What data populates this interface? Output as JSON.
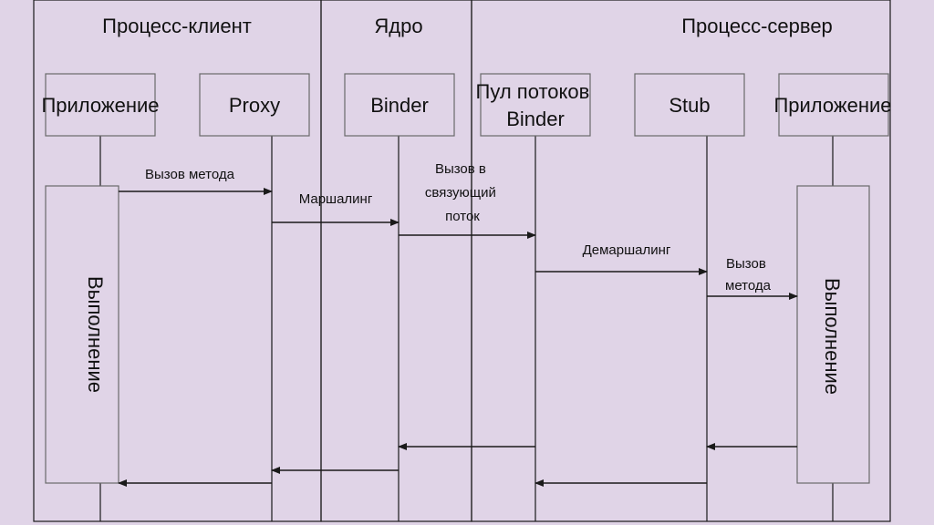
{
  "colors": {
    "background": "#e0d4e7",
    "line": "#1a1a1a",
    "box_border": "#6a6a6a"
  },
  "columns": {
    "client": "Процесс-клиент",
    "kernel": "Ядро",
    "server": "Процесс-сервер"
  },
  "participants": {
    "client_app": "Приложение",
    "proxy": "Proxy",
    "binder": "Binder",
    "thread_pool": [
      "Пул потоков",
      "Binder"
    ],
    "stub": "Stub",
    "server_app": "Приложение"
  },
  "messages": {
    "call_method": "Вызов метода",
    "marshaling": "Маршалинг",
    "call_in_thread": [
      "Вызов в",
      "связующий",
      "поток"
    ],
    "unmarshaling": "Демаршалинг",
    "call_method_server": [
      "Вызов",
      "метода"
    ]
  },
  "activations": {
    "client_exec": "Выполнение",
    "server_exec": "Выполнение"
  }
}
